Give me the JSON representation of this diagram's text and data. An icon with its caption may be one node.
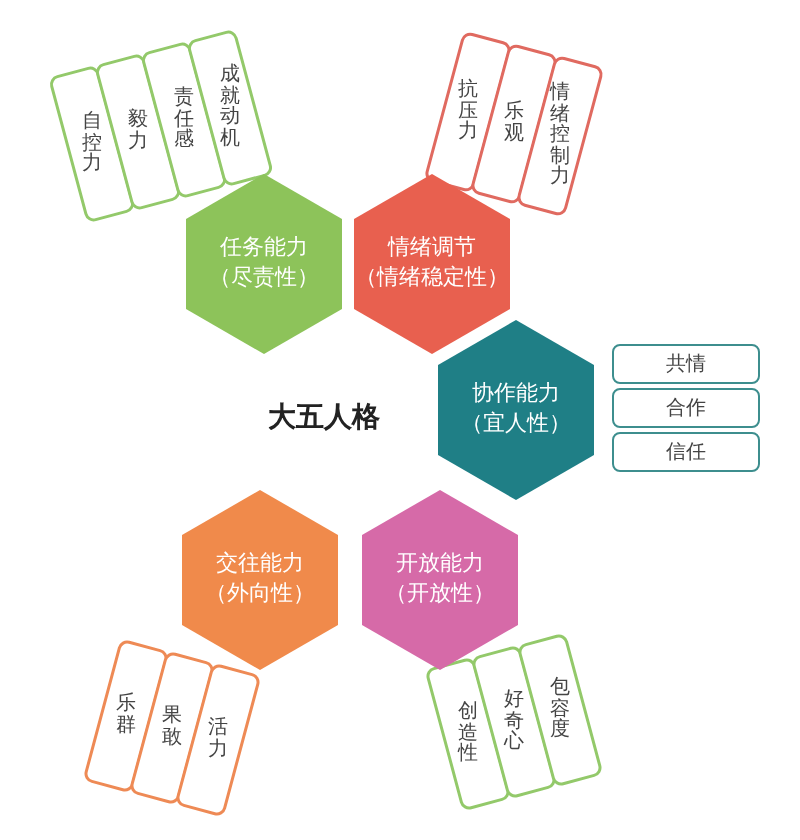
{
  "diagram": {
    "nodes": [
      {
        "text": [
          "任务能力",
          "（尽责性）"
        ]
      },
      {
        "text": [
          "自控力"
        ]
      },
      {
        "text": [
          "毅力"
        ]
      },
      {
        "text": [
          "责任感"
        ]
      },
      {
        "text": [
          "成就动机"
        ]
      },
      {
        "text": [
          "情绪调节",
          "（情绪稳定性）"
        ]
      },
      {
        "text": [
          "抗压力"
        ]
      },
      {
        "text": [
          "乐观"
        ]
      },
      {
        "text": [
          "情绪控制力"
        ]
      },
      {
        "text": [
          "协作能力",
          "（宜人性）"
        ]
      },
      {
        "text": [
          "共情"
        ]
      },
      {
        "text": [
          "合作"
        ]
      },
      {
        "text": [
          "信任"
        ]
      },
      {
        "text": [
          "交往能力",
          "（外向性）"
        ]
      },
      {
        "text": [
          "乐群"
        ]
      },
      {
        "text": [
          "果敢"
        ]
      },
      {
        "text": [
          "活力"
        ]
      },
      {
        "text": [
          "开放能力",
          "（开放性）"
        ]
      },
      {
        "text": [
          "创造性"
        ]
      },
      {
        "text": [
          "好奇心"
        ]
      },
      {
        "text": [
          "包容度"
        ]
      }
    ],
    "edges": [],
    "labels": [
      "大五人格"
    ]
  }
}
